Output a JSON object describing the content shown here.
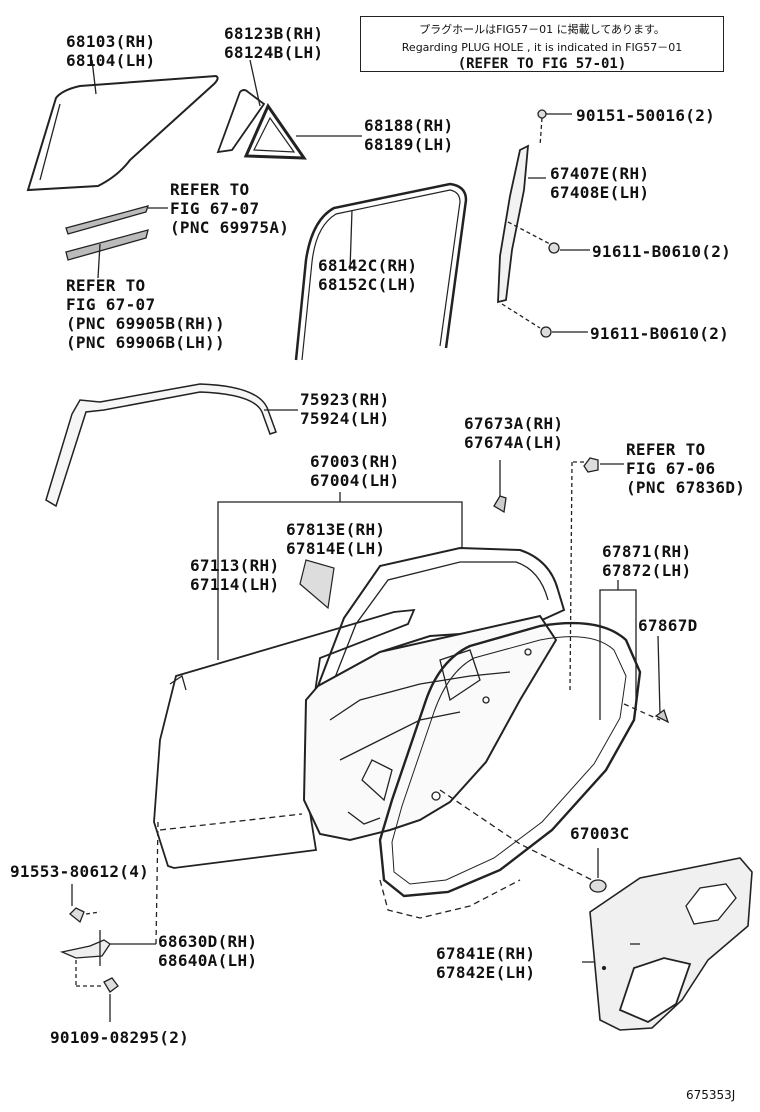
{
  "note": {
    "line1": "プラグホールはFIG57－01 に掲載してあります。",
    "line2": "Regarding  PLUG HOLE , it is indicated  in  FIG57－01",
    "line3": "(REFER TO FIG 57-01)"
  },
  "labels": [
    {
      "id": "p68103",
      "lines": [
        "68103(RH)",
        "68104(LH)"
      ]
    },
    {
      "id": "p68123",
      "lines": [
        "68123B(RH)",
        "68124B(LH)"
      ]
    },
    {
      "id": "p68188",
      "lines": [
        "68188(RH)",
        "68189(LH)"
      ]
    },
    {
      "id": "p90151",
      "lines": [
        "90151-50016(2)"
      ]
    },
    {
      "id": "p67407",
      "lines": [
        "67407E(RH)",
        "67408E(LH)"
      ]
    },
    {
      "id": "ref6707a",
      "lines": [
        "REFER TO",
        "FIG 67-07",
        "(PNC 69975A)"
      ]
    },
    {
      "id": "p91611a",
      "lines": [
        "91611-B0610(2)"
      ]
    },
    {
      "id": "p68142",
      "lines": [
        "68142C(RH)",
        "68152C(LH)"
      ]
    },
    {
      "id": "ref6707b",
      "lines": [
        "REFER TO",
        "FIG 67-07",
        "(PNC 69905B(RH))",
        "(PNC 69906B(LH))"
      ]
    },
    {
      "id": "p91611b",
      "lines": [
        "91611-B0610(2)"
      ]
    },
    {
      "id": "p75923",
      "lines": [
        "75923(RH)",
        "75924(LH)"
      ]
    },
    {
      "id": "p67673",
      "lines": [
        "67673A(RH)",
        "67674A(LH)"
      ]
    },
    {
      "id": "ref6706",
      "lines": [
        "REFER TO",
        "FIG 67-06",
        "(PNC 67836D)"
      ]
    },
    {
      "id": "p67003",
      "lines": [
        "67003(RH)",
        "67004(LH)"
      ]
    },
    {
      "id": "p67813",
      "lines": [
        "67813E(RH)",
        "67814E(LH)"
      ]
    },
    {
      "id": "p67113",
      "lines": [
        "67113(RH)",
        "67114(LH)"
      ]
    },
    {
      "id": "p67871",
      "lines": [
        "67871(RH)",
        "67872(LH)"
      ]
    },
    {
      "id": "p67867",
      "lines": [
        "67867D"
      ]
    },
    {
      "id": "p67003c",
      "lines": [
        "67003C"
      ]
    },
    {
      "id": "p91553",
      "lines": [
        "91553-80612(4)"
      ]
    },
    {
      "id": "p68630",
      "lines": [
        "68630D(RH)",
        "68640A(LH)"
      ]
    },
    {
      "id": "p67841",
      "lines": [
        "67841E(RH)",
        "67842E(LH)"
      ]
    },
    {
      "id": "p90109",
      "lines": [
        "90109-08295(2)"
      ]
    }
  ],
  "figure_id": "675353J"
}
